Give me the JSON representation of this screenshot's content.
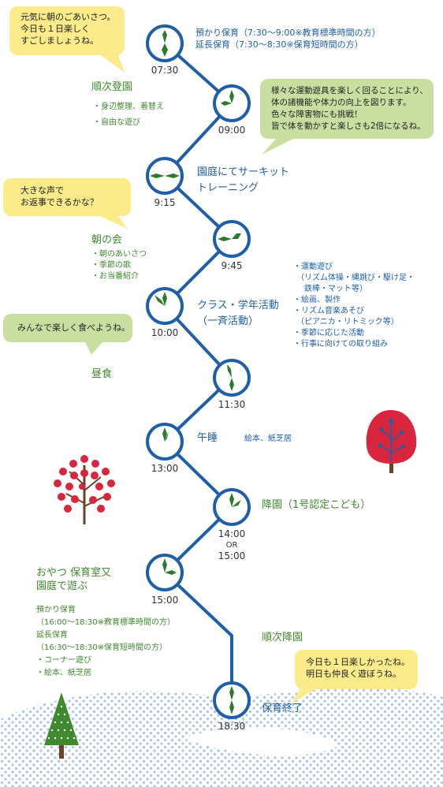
{
  "colors": {
    "line": "#1f5fa8",
    "clock_border": "#1f5fa8",
    "hand": "#2d7a2f",
    "yellow_bubble": "#fbeb8a",
    "green_bubble": "#c9dfa1",
    "blue_text": "#1f5fa8",
    "green_text": "#3f8a2e",
    "dots": "#a9c4e6"
  },
  "times": [
    "07:30",
    "09:00",
    "9:15",
    "9:45",
    "10:00",
    "11:30",
    "13:00",
    "14:00",
    "OR",
    "15:00",
    "15:00",
    "18:30"
  ],
  "bubbles": {
    "greeting": [
      "元気に朝のごあいさつ。",
      "今日も１日楽しく",
      "すごしましょうね。"
    ],
    "exercise": [
      "様々な運動遊具を楽しく回ることにより、",
      "体の諸機能や体力の向上を図ります。",
      "色々な障害物にも挑戦！",
      "皆で体を動かすと楽しさも2倍になるね。"
    ],
    "reply": [
      "大きな声で",
      "お返事できるかな？"
    ],
    "lunch": [
      "みんなで楽しく食べようね。"
    ],
    "goodbye": [
      "今日も１日楽しかったね。",
      "明日も仲良く遊ぼうね。"
    ]
  },
  "events": {
    "care_morning": [
      "預かり保育（7:30〜9:00※教育標準時間の方）",
      "延長保育（7:30〜8:30※保育短時間の方）"
    ],
    "arrival_title": "順次登園",
    "arrival_items": [
      "・身辺整理、着替え",
      "・自由な遊び"
    ],
    "circuit": [
      "園庭にてサーキット",
      "トレーニング"
    ],
    "morning_title": "朝の会",
    "morning_items": [
      "・朝のあいさつ",
      "・季節の歌",
      "・お当番紹介"
    ],
    "class_activity": [
      "クラス・学年活動",
      "（一斉活動）"
    ],
    "class_items": [
      "・運動遊び",
      "（リズム体操・縄跳び・駆け足・",
      "鉄棒・マット等）",
      "・絵画、製作",
      "・リズム音楽あそび",
      "（ピアニカ・リトミック等）",
      "・季節に応じた活動",
      "・行事に向けての取り組み"
    ],
    "lunch_title": "昼食",
    "nap_title": "午睡",
    "nap_note": "絵本、紙芝居",
    "pickup1": "降園（1号認定こども）",
    "snack_title": [
      "おやつ 保育室又",
      "園庭で遊ぶ"
    ],
    "care_evening": [
      "預かり保育",
      "（16:00〜18:30※教育標準時間の方）",
      "延長保育",
      "（16:30〜18:30※保育短時間の方）",
      "・コーナー遊び",
      "・絵本、紙芝居"
    ],
    "pickup_seq": "順次降園",
    "end_title": "保育終了"
  }
}
